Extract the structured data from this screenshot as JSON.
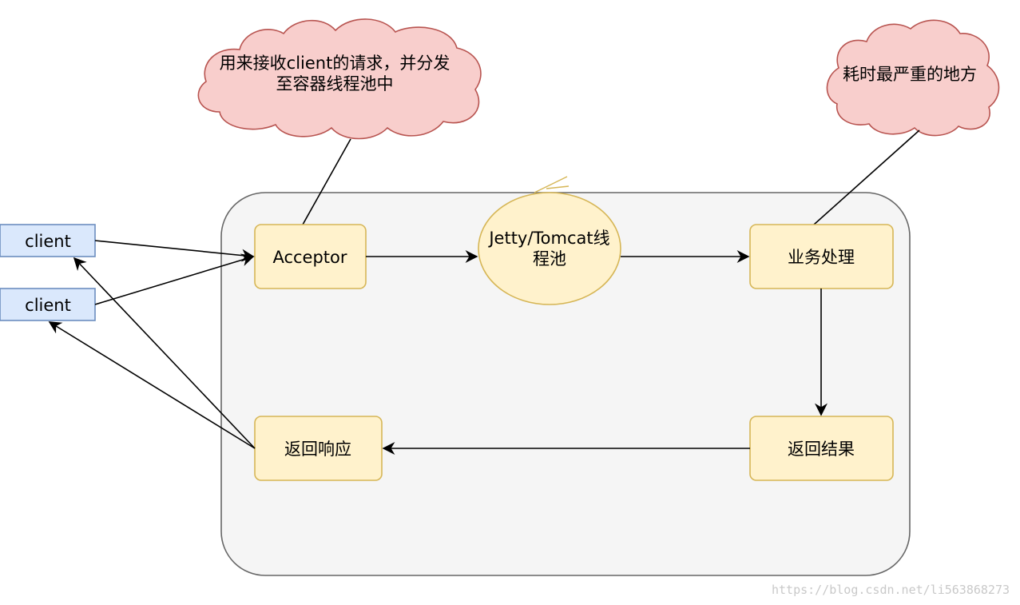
{
  "diagram": {
    "clients": [
      "client",
      "client"
    ],
    "acceptor": "Acceptor",
    "thread_pool": {
      "line1": "Jetty/Tomcat线",
      "line2": "程池"
    },
    "business": "业务处理",
    "return_result": "返回结果",
    "return_response": "返回响应",
    "cloud_left": {
      "line1": "用来接收client的请求，并分发",
      "line2": "至容器线程池中"
    },
    "cloud_right": "耗时最严重的地方"
  },
  "colors": {
    "container_fill": "#f5f5f5",
    "container_stroke": "#666666",
    "process_fill": "#fff2cc",
    "process_stroke": "#d6b656",
    "client_fill": "#dae8fc",
    "client_stroke": "#6c8ebf",
    "cloud_fill": "#f8cecc",
    "cloud_stroke": "#b85450"
  },
  "watermark": "https://blog.csdn.net/li563868273"
}
